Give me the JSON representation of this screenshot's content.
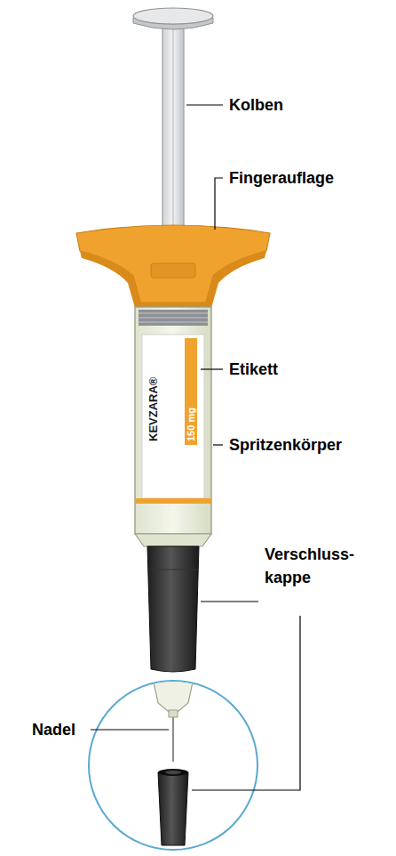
{
  "diagram": {
    "labels": [
      "Kolben",
      "Fingerauflage",
      "Etikett",
      "Spritzenkörper",
      "Verschluss- kappe",
      "Nadel",
      "KEVZARA®",
      "150 mg"
    ]
  }
}
